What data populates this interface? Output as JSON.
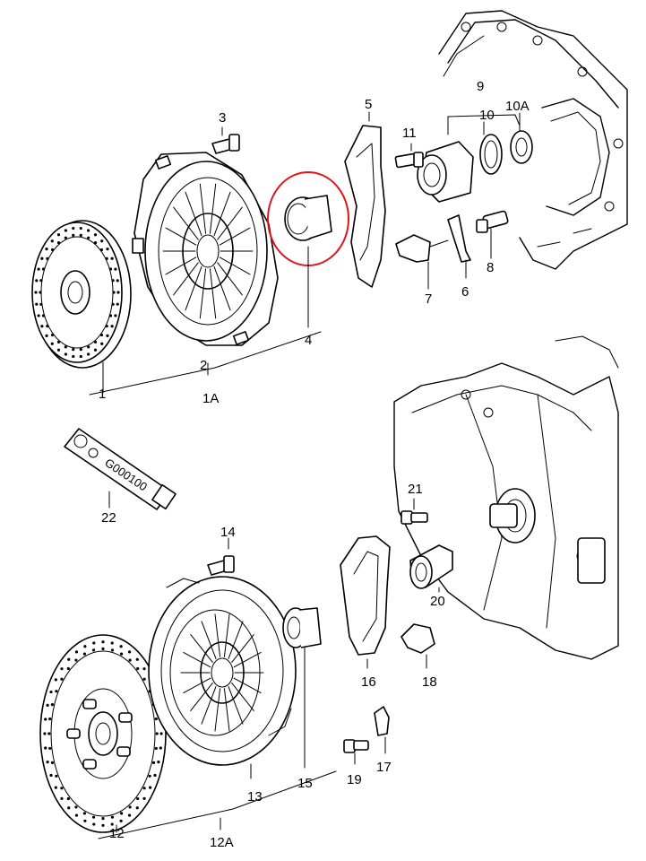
{
  "labels": {
    "p1": "1",
    "p2": "2",
    "p1A": "1A",
    "p3": "3",
    "p4": "4",
    "p5": "5",
    "p6": "6",
    "p7": "7",
    "p8": "8",
    "p9": "9",
    "p10": "10",
    "p10A": "10A",
    "p11": "11",
    "p12": "12",
    "p12A": "12A",
    "p13": "13",
    "p14": "14",
    "p15": "15",
    "p16": "16",
    "p17": "17",
    "p18": "18",
    "p19": "19",
    "p20": "20",
    "p21": "21",
    "p22": "22"
  },
  "grease_tube_text": "G000100",
  "highlight_color": "#e0141b"
}
